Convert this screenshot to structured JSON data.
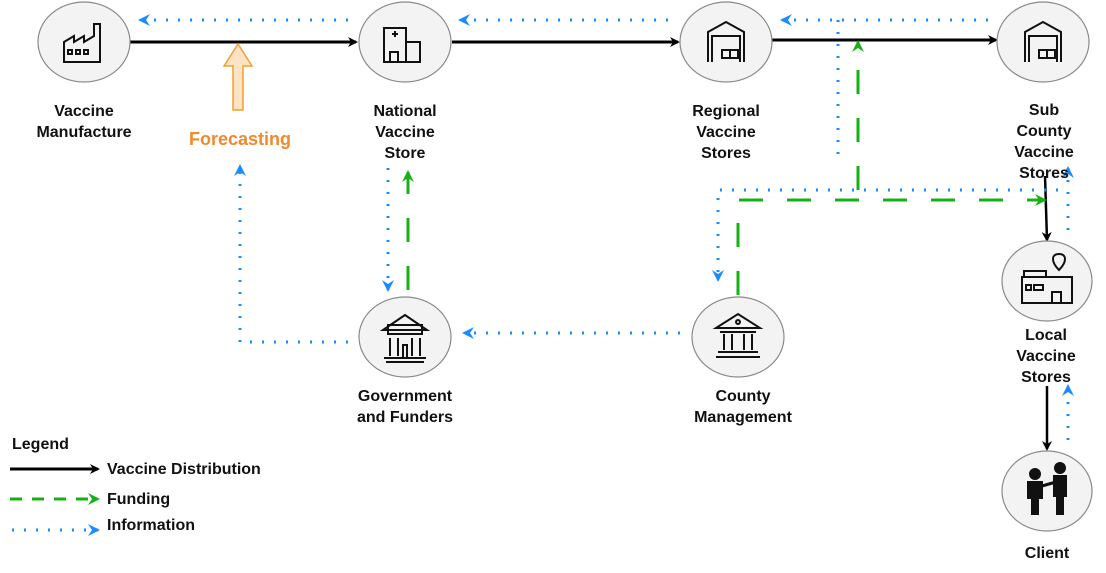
{
  "nodes": {
    "manufacture": {
      "label": "Vaccine\nManufacture",
      "icon": "factory-icon"
    },
    "national": {
      "label": "National\nVaccine\nStore",
      "icon": "hospital-building-icon"
    },
    "regional": {
      "label": "Regional\nVaccine\nStores",
      "icon": "warehouse-icon"
    },
    "subcounty": {
      "label": "Sub County\nVaccine\nStores",
      "icon": "warehouse-icon"
    },
    "local": {
      "label": "Local\nVaccine\nStores",
      "icon": "clinic-location-icon"
    },
    "client": {
      "label": "Client",
      "icon": "vaccination-people-icon"
    },
    "government": {
      "label": "Government\nand Funders",
      "icon": "government-building-icon"
    },
    "county": {
      "label": "County\nManagement",
      "icon": "courthouse-icon"
    }
  },
  "forecasting": "Forecasting",
  "legend": {
    "title": "Legend",
    "items": [
      {
        "label": "Vaccine Distribution",
        "color": "#000000",
        "style": "solid"
      },
      {
        "label": "Funding",
        "color": "#16b016",
        "style": "dashed"
      },
      {
        "label": "Information",
        "color": "#1a8cff",
        "style": "dotted"
      }
    ]
  },
  "colors": {
    "distribution": "#000000",
    "funding": "#16b016",
    "information": "#1a8cff",
    "forecasting": "#f08a2c",
    "node_fill": "#f3f3f3",
    "node_stroke": "#8a8a8a"
  }
}
